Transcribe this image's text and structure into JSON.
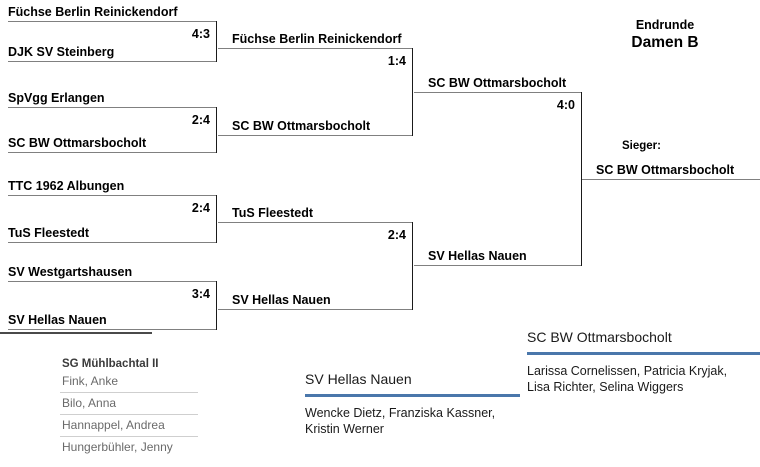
{
  "header": {
    "line1": "Endrunde",
    "line2": "Damen B"
  },
  "bracket": {
    "round1": [
      {
        "top": "Füchse Berlin Reinickendorf",
        "bottom": "DJK SV Steinberg",
        "score": "4:3"
      },
      {
        "top": "SpVgg Erlangen",
        "bottom": "SC BW Ottmarsbocholt",
        "score": "2:4"
      },
      {
        "top": "TTC 1962 Albungen",
        "bottom": "TuS Fleestedt",
        "score": "2:4"
      },
      {
        "top": "SV Westgartshausen",
        "bottom": "SV Hellas Nauen",
        "score": "3:4"
      }
    ],
    "round2": [
      {
        "top": "Füchse Berlin Reinickendorf",
        "bottom": "SC BW Ottmarsbocholt",
        "score": "1:4"
      },
      {
        "top": "TuS Fleestedt",
        "bottom": "SV Hellas Nauen",
        "score": "2:4"
      }
    ],
    "final": {
      "top": "SC BW Ottmarsbocholt",
      "bottom": "SV Hellas Nauen",
      "score": "4:0"
    },
    "winner": {
      "label": "Sieger:",
      "team": "SC BW Ottmarsbocholt"
    }
  },
  "rosters": {
    "faded": {
      "title": "SG Mühlbachtal II",
      "players": [
        "Fink, Anke",
        "Bilo, Anna",
        "Hannappel, Andrea",
        "Hungerbühler, Jenny"
      ]
    },
    "hellas": {
      "title": "SV Hellas Nauen",
      "players_line1": "Wencke Dietz, Franziska Kassner,",
      "players_line2": "Kristin Werner"
    },
    "ottmarsbocholt": {
      "title": "SC BW Ottmarsbocholt",
      "players_line1": "Larissa Cornelissen, Patricia Kryjak,",
      "players_line2": "Lisa Richter, Selina Wiggers"
    }
  },
  "colors": {
    "accent_blue": "#4a77ab",
    "rule_gray": "#808080",
    "line_black": "#1a1a1a"
  }
}
